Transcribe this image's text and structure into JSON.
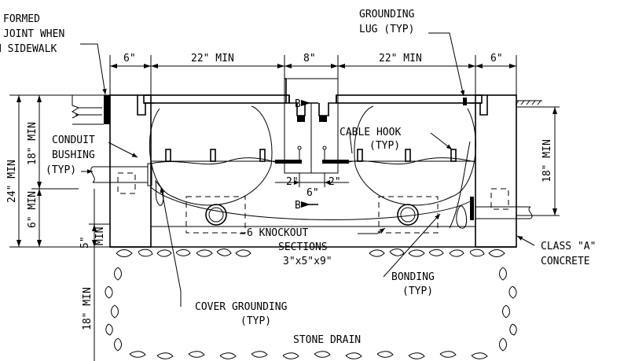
{
  "labels": {
    "formed_joint": [
      "FORMED",
      "JOINT WHEN",
      "N SIDEWALK"
    ],
    "grounding_lug": [
      "GROUNDING",
      "LUG (TYP)"
    ],
    "conduit_bushing": [
      "CONDUIT",
      "BUSHING",
      "(TYP)"
    ],
    "cable_hook": [
      "CABLE HOOK",
      "(TYP)"
    ],
    "knockout": [
      "6 KNOCKOUT",
      "SECTIONS",
      "3\"x5\"x9\""
    ],
    "class_a_concrete": [
      "CLASS \"A\"",
      "CONCRETE"
    ],
    "bonding": [
      "BONDING",
      "(TYP)"
    ],
    "cover_grounding": [
      "COVER GROUNDING",
      "(TYP)"
    ],
    "stone_drain": "STONE DRAIN",
    "section_b_top": "B",
    "section_b_bottom": "B"
  },
  "dimensions": {
    "top": [
      "6\"",
      "22\" MIN",
      "8\"",
      "22\" MIN",
      "6\""
    ],
    "left_24": "24\" MIN",
    "left_18": "18\" MIN",
    "left_6": "6\" MIN",
    "left_5": "5\"",
    "left_5_min": "MIN",
    "right_18": "18\" MIN",
    "bottom_18": "18\" MIN",
    "bracket_2_left": "2\"",
    "bracket_2_right": "2\"",
    "bracket_6": "6\""
  }
}
